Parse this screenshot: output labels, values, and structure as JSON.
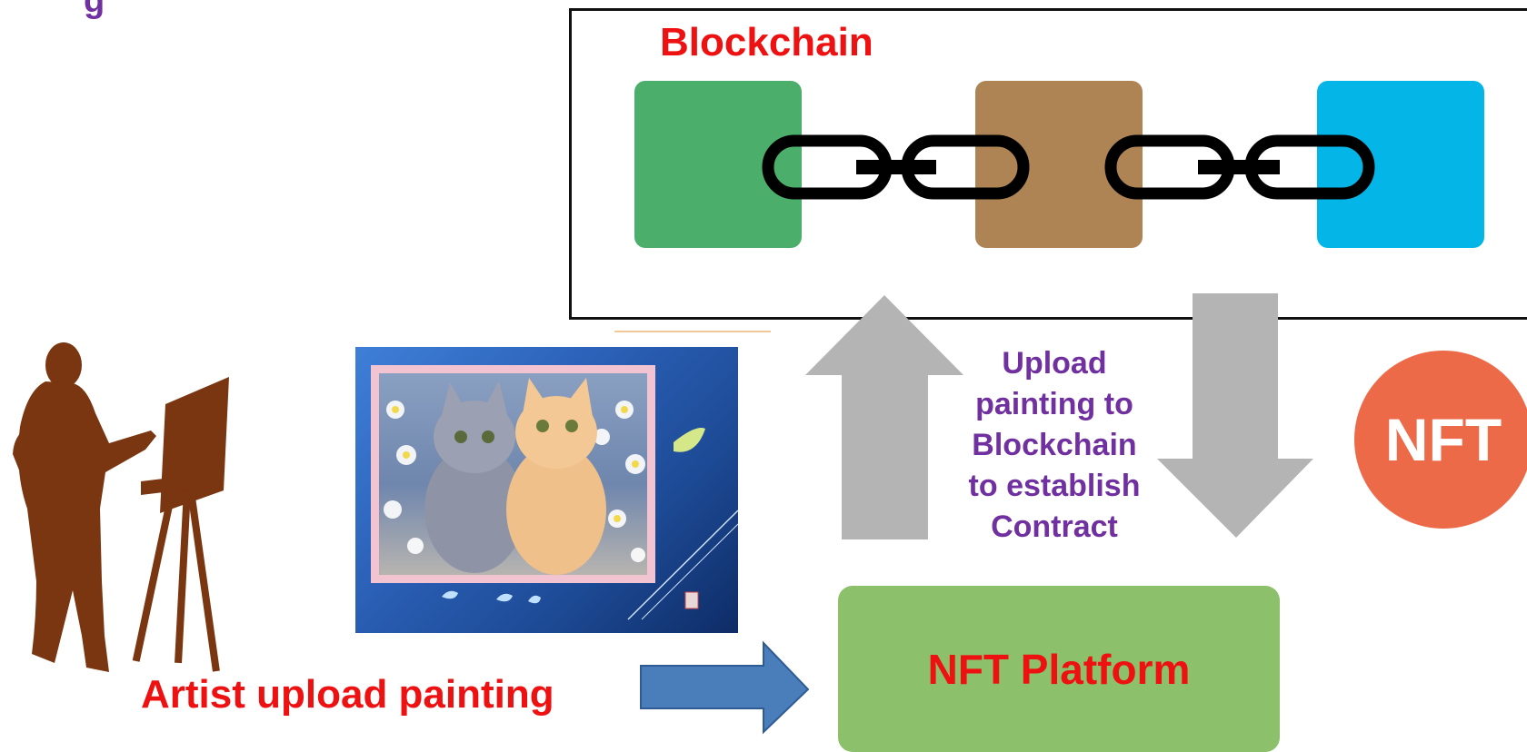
{
  "title_fragment": "g",
  "blockchain": {
    "title": "Blockchain",
    "blocks": [
      {
        "color": "#4bae6b"
      },
      {
        "color": "#ae8454"
      },
      {
        "color": "#04b6e7"
      }
    ]
  },
  "upload_text": [
    "Upload",
    "painting to",
    "Blockchain",
    "to establish",
    "Contract"
  ],
  "nft_badge": "NFT",
  "platform_label": "NFT Platform",
  "artist_label": "Artist upload painting",
  "colors": {
    "label_red": "#ee1111",
    "label_purple": "#7030a0",
    "nft_circle": "#ec6a48",
    "platform_green": "#8cc06a",
    "arrow_gray": "#b4b4b4",
    "arrow_blue": "#4a7ebb",
    "artist_brown": "#7a3511",
    "chain_black": "#000000"
  }
}
